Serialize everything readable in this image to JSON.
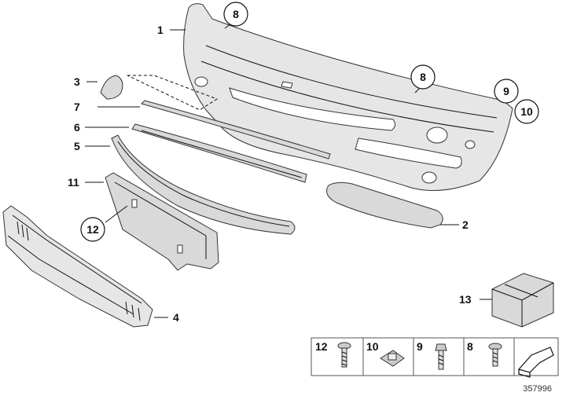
{
  "callouts": {
    "c1": "1",
    "c2": "2",
    "c3": "3",
    "c4": "4",
    "c5": "5",
    "c6": "6",
    "c7": "7",
    "c8a": "8",
    "c8b": "8",
    "c9": "9",
    "c10": "10",
    "c11": "11",
    "c12": "12",
    "c13": "13"
  },
  "legend": {
    "items": [
      "12",
      "10",
      "9",
      "8"
    ]
  },
  "footer": {
    "image_number": "357996"
  }
}
